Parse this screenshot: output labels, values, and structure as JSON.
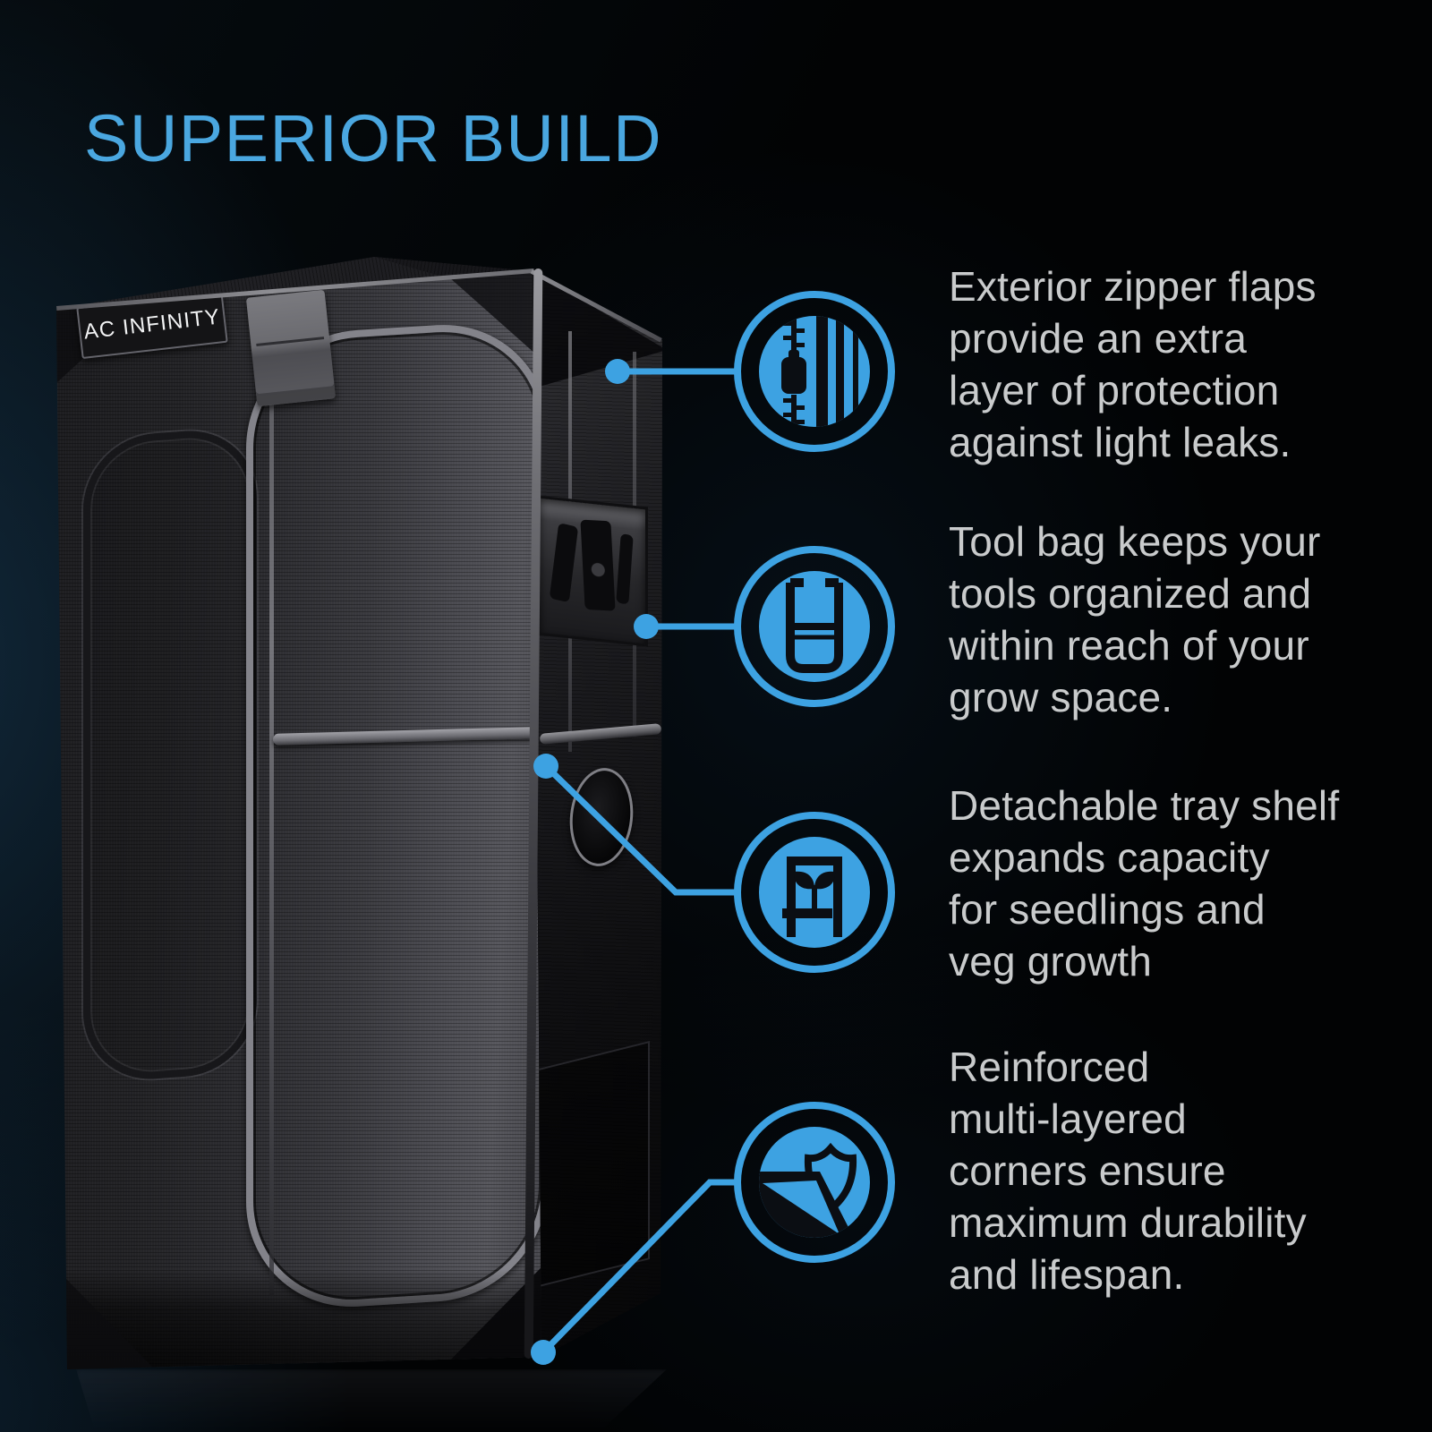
{
  "title": "SUPERIOR BUILD",
  "product": {
    "brand_label": "AC INFINITY"
  },
  "colors": {
    "accent_blue": "#3da2e2",
    "title_blue": "#4aa7e0",
    "body_text": "#c9cbcc",
    "background": "#020304"
  },
  "features": [
    {
      "icon": "zipper-flaps-icon",
      "text": "Exterior zipper flaps\nprovide an extra\nlayer of protection\nagainst light leaks."
    },
    {
      "icon": "tool-bag-icon",
      "text": "Tool bag keeps your\ntools organized and\nwithin reach of your\ngrow space."
    },
    {
      "icon": "seedling-tray-icon",
      "text": "Detachable tray shelf\nexpands capacity\nfor seedlings and\nveg growth"
    },
    {
      "icon": "shield-corner-icon",
      "text": "Reinforced\nmulti-layered\ncorners ensure\nmaximum durability\nand lifespan."
    }
  ]
}
